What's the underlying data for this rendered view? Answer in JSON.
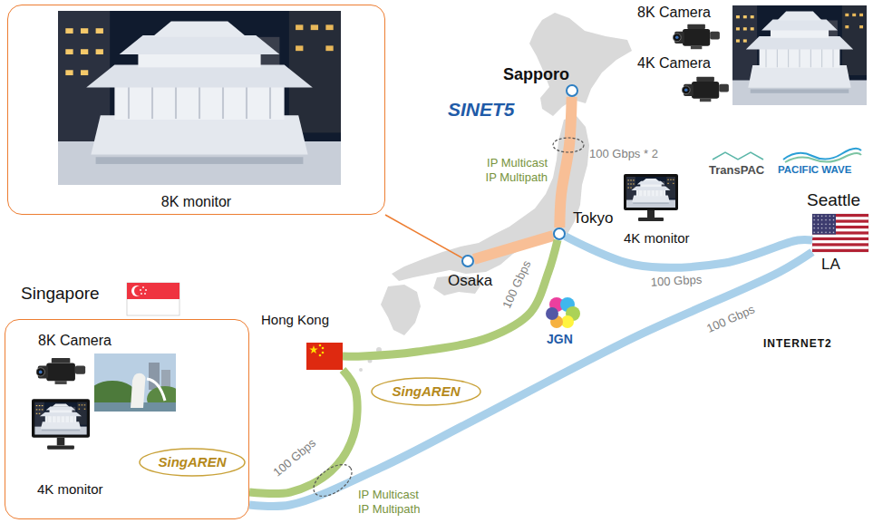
{
  "diagram": {
    "nodes": [
      {
        "text": [
          "8K monitor"
        ]
      },
      {
        "text": [
          "Sapporo"
        ]
      },
      {
        "text": [
          "Tokyo"
        ]
      },
      {
        "text": [
          "Osaka"
        ]
      },
      {
        "text": [
          "Seattle",
          "LA"
        ]
      },
      {
        "text": [
          "Hong Kong"
        ]
      },
      {
        "text": [
          "Singapore",
          "8K Camera",
          "4K monitor"
        ]
      }
    ],
    "edges": [
      {
        "from": 0,
        "to": 3,
        "arrow": "none"
      },
      {
        "from": 1,
        "to": 2,
        "arrow": "none",
        "label": "100 Gbps * 2"
      },
      {
        "from": 2,
        "to": 3,
        "arrow": "none"
      },
      {
        "from": 2,
        "to": 4,
        "arrow": "none",
        "label": "100 Gbps"
      },
      {
        "from": 4,
        "to": 6,
        "arrow": "none",
        "label": "100 Gbps"
      },
      {
        "from": 2,
        "to": 5,
        "arrow": "none",
        "label": "100 Gbps"
      },
      {
        "from": 5,
        "to": 6,
        "arrow": "none",
        "label": "100 Gbps"
      }
    ],
    "labels": [
      "8K Camera",
      "4K Camera",
      "SINET5",
      "IP Multicast IP Multipath",
      "4K monitor",
      "TransPAC",
      "PACIFIC WAVE",
      "JGN",
      "INTERNET2",
      "SingAREN",
      "IP Multicast IP Multipath",
      "SingAREN"
    ]
  }
}
